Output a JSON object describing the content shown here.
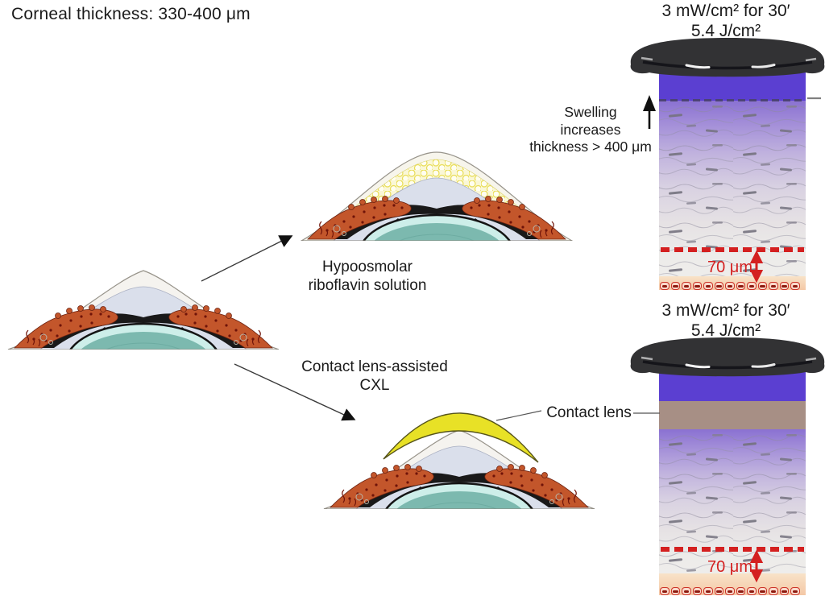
{
  "title": "Corneal thickness: 330-400 μm",
  "branches": {
    "hypoosmolar": {
      "line1": "Hypoosmolar",
      "line2": "riboflavin solution"
    },
    "contact_lens_cxl": {
      "line1": "Contact lens-assisted",
      "line2": "CXL"
    }
  },
  "annotations": {
    "swelling": {
      "line1": "Swelling",
      "line2": "increases",
      "line3": "thickness > 400 μm"
    },
    "contact_lens_pointer": "Contact lens"
  },
  "irradiation_top": {
    "dose": "3 mW/cm² for 30′",
    "fluence": "5.4 J/cm²",
    "depth": "70 μm"
  },
  "irradiation_bottom": {
    "dose": "3 mW/cm² for 30′",
    "fluence": "5.4 J/cm²",
    "depth": "70 μm"
  },
  "colors": {
    "uv_beam": "#5b3fd1",
    "lamp_body": "#323234",
    "contact_lens_band": "#a78f85",
    "contact_lens_yellow": "#e8e126",
    "demarcation_red": "#d42020",
    "riboflavin_yellow": "#e9dd55",
    "iris_orange": "#c3562b",
    "lens_teal": "#7cb9af",
    "anterior_chamber": "#dadfeb",
    "endothelium_peach": "#f4c8a6"
  }
}
